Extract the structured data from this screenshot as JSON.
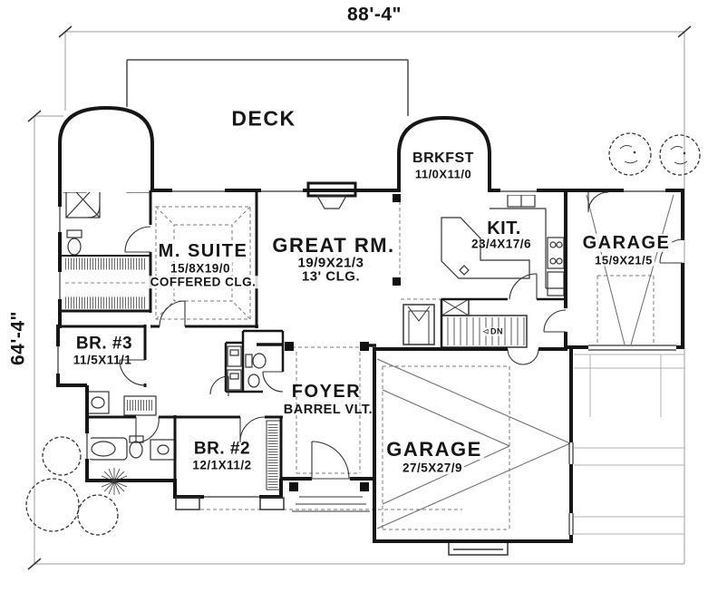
{
  "dimensions": {
    "width": "88'-4\"",
    "height": "64'-4\""
  },
  "rooms": [
    {
      "name": "DECK"
    },
    {
      "name": "BRKFST",
      "size": "11/0X11/0"
    },
    {
      "name": "M. SUITE",
      "size": "15/8X19/0",
      "note": "COFFERED CLG."
    },
    {
      "name": "GREAT RM.",
      "size": "19/9X21/3",
      "note": "13' CLG."
    },
    {
      "name": "KIT.",
      "size": "23/4X17/6"
    },
    {
      "name": "GARAGE",
      "size": "15/9X21/5"
    },
    {
      "name": "BR. #3",
      "size": "11/5X11/1"
    },
    {
      "name": "FOYER",
      "note": "BARREL VLT."
    },
    {
      "name": "BR. #2",
      "size": "12/1X11/2"
    },
    {
      "name": "GARAGE",
      "size": "27/5X27/9"
    }
  ],
  "stairs": {
    "label": "DN",
    "direction_icon": "◁"
  },
  "colors": {
    "wall": "#161616",
    "dim_line": "#9b9b9b",
    "background": "#ffffff",
    "text": "#161616"
  }
}
